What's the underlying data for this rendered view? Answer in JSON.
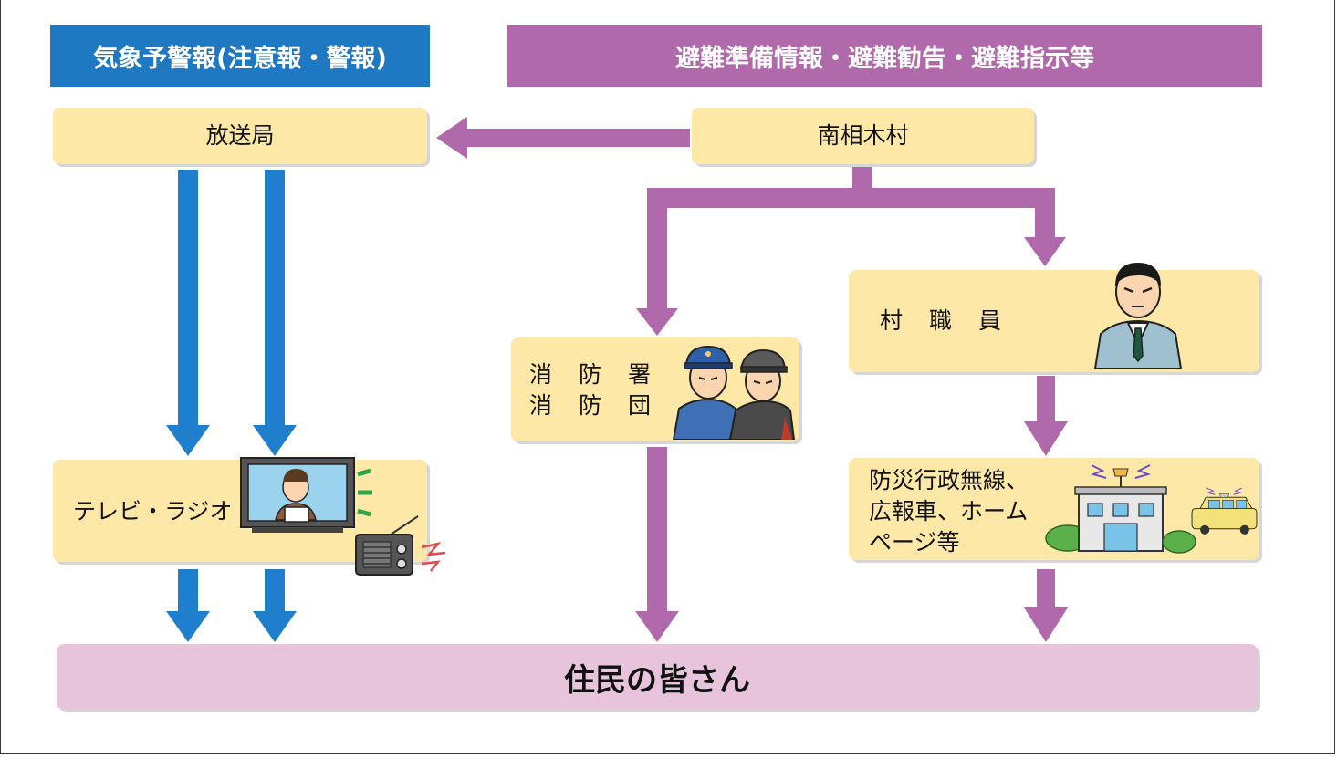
{
  "headers": {
    "left": "気象予警報(注意報・警報)",
    "right": "避難準備情報・避難勧告・避難指示等"
  },
  "boxes": {
    "broadcast": "放送局",
    "village": "南相木村",
    "staff": "村　職　員",
    "fire": "消　防　署\n消　防　団",
    "media": "テレビ・ラジオ",
    "bousai": "防災行政無線、\n広報車、ホーム\nページ等",
    "residents": "住民の皆さん"
  },
  "colors": {
    "blue_header": "#1f78c2",
    "purple_header": "#b069ab",
    "box_fill": "#fde8a8",
    "residents_fill": "#e8c4dc",
    "blue_arrow": "#1f7fcc",
    "purple_arrow": "#b069ab"
  },
  "icons": [
    "police-officers-icon",
    "staff-man-icon",
    "tv-icon",
    "radio-icon",
    "building-icon",
    "van-icon"
  ]
}
